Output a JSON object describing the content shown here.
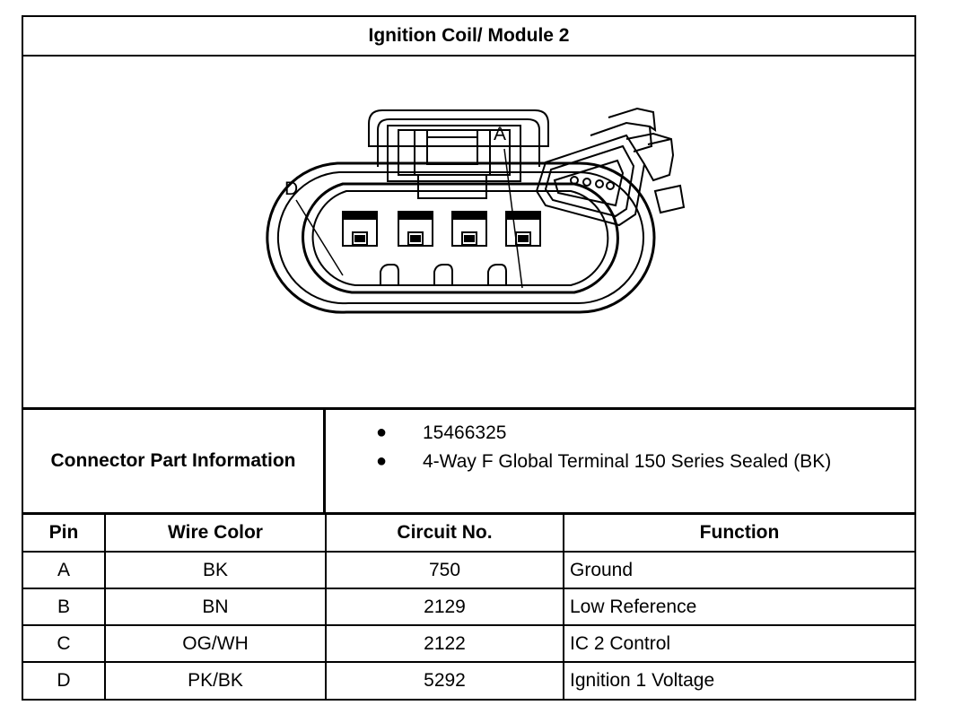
{
  "title": "Ignition Coil/ Module 2",
  "diagram": {
    "label_a": "A",
    "label_d": "D"
  },
  "connector": {
    "label": "Connector Part Information",
    "items": [
      "15466325",
      "4-Way F Global Terminal 150 Series Sealed (BK)"
    ]
  },
  "table": {
    "headers": [
      "Pin",
      "Wire Color",
      "Circuit No.",
      "Function"
    ],
    "rows": [
      [
        "A",
        "BK",
        "750",
        "Ground"
      ],
      [
        "B",
        "BN",
        "2129",
        "Low Reference"
      ],
      [
        "C",
        "OG/WH",
        "2122",
        "IC 2 Control"
      ],
      [
        "D",
        "PK/BK",
        "5292",
        "Ignition 1 Voltage"
      ]
    ]
  }
}
